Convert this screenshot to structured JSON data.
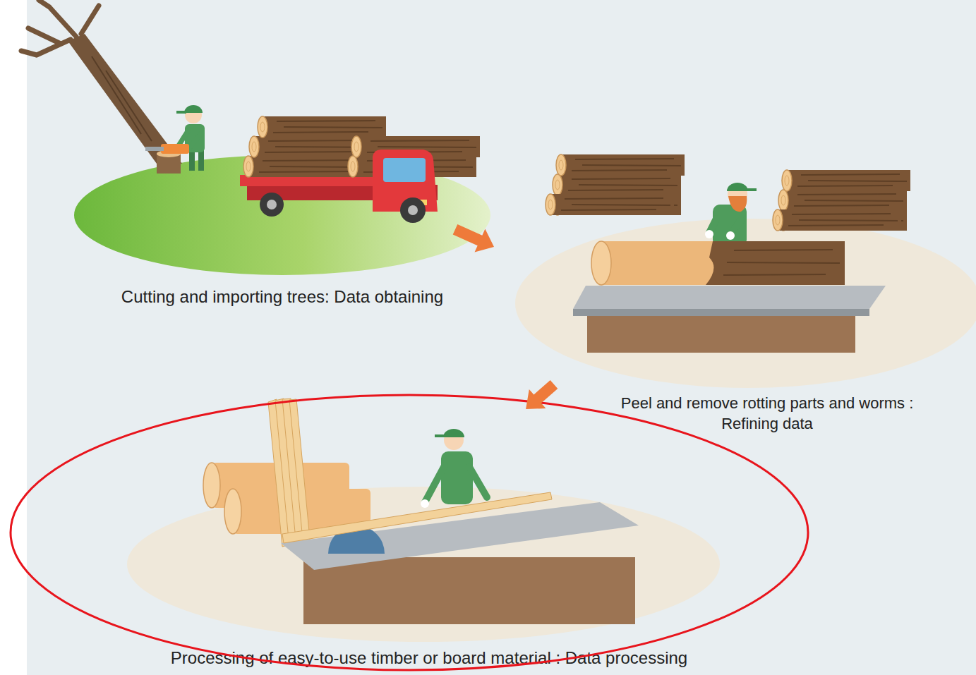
{
  "diagram": {
    "nodes": [
      {
        "text": [
          "Cutting and importing trees: Data obtaining"
        ]
      },
      {
        "text": [
          "Peel and remove rotting parts and worms : Refining data"
        ]
      },
      {
        "text": [
          "Processing of easy-to-use timber or board material : Data processing"
        ]
      }
    ],
    "edges": [
      {
        "from": 0,
        "to": 1,
        "arrow": "to"
      },
      {
        "from": 1,
        "to": 2,
        "arrow": "to"
      }
    ]
  }
}
